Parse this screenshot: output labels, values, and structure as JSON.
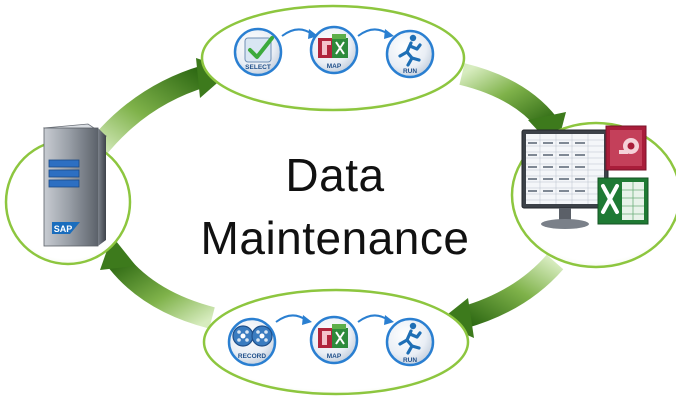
{
  "title": {
    "line1": "Data",
    "line2": "Maintenance"
  },
  "colors": {
    "ring_stroke": "#8dc63f",
    "arrow_green": "#3d7a1c",
    "icon_blue": "#1f6fb5",
    "icon_ring": "#2a7fd1",
    "step_arrow": "#2a7fd1"
  },
  "top_workflow": {
    "steps": [
      {
        "label": "SELECT",
        "icon": "checkmark-icon"
      },
      {
        "label": "MAP",
        "icon": "access-excel-icon"
      },
      {
        "label": "RUN",
        "icon": "runner-icon"
      }
    ]
  },
  "bottom_workflow": {
    "steps": [
      {
        "label": "RECORD",
        "icon": "film-reel-icon"
      },
      {
        "label": "MAP",
        "icon": "access-excel-icon"
      },
      {
        "label": "RUN",
        "icon": "runner-icon"
      }
    ]
  },
  "server": {
    "logo_text": "SAP",
    "icon": "server-icon"
  },
  "monitor": {
    "icon": "spreadsheet-monitor-icon",
    "badges": [
      "access-icon",
      "excel-icon"
    ]
  }
}
